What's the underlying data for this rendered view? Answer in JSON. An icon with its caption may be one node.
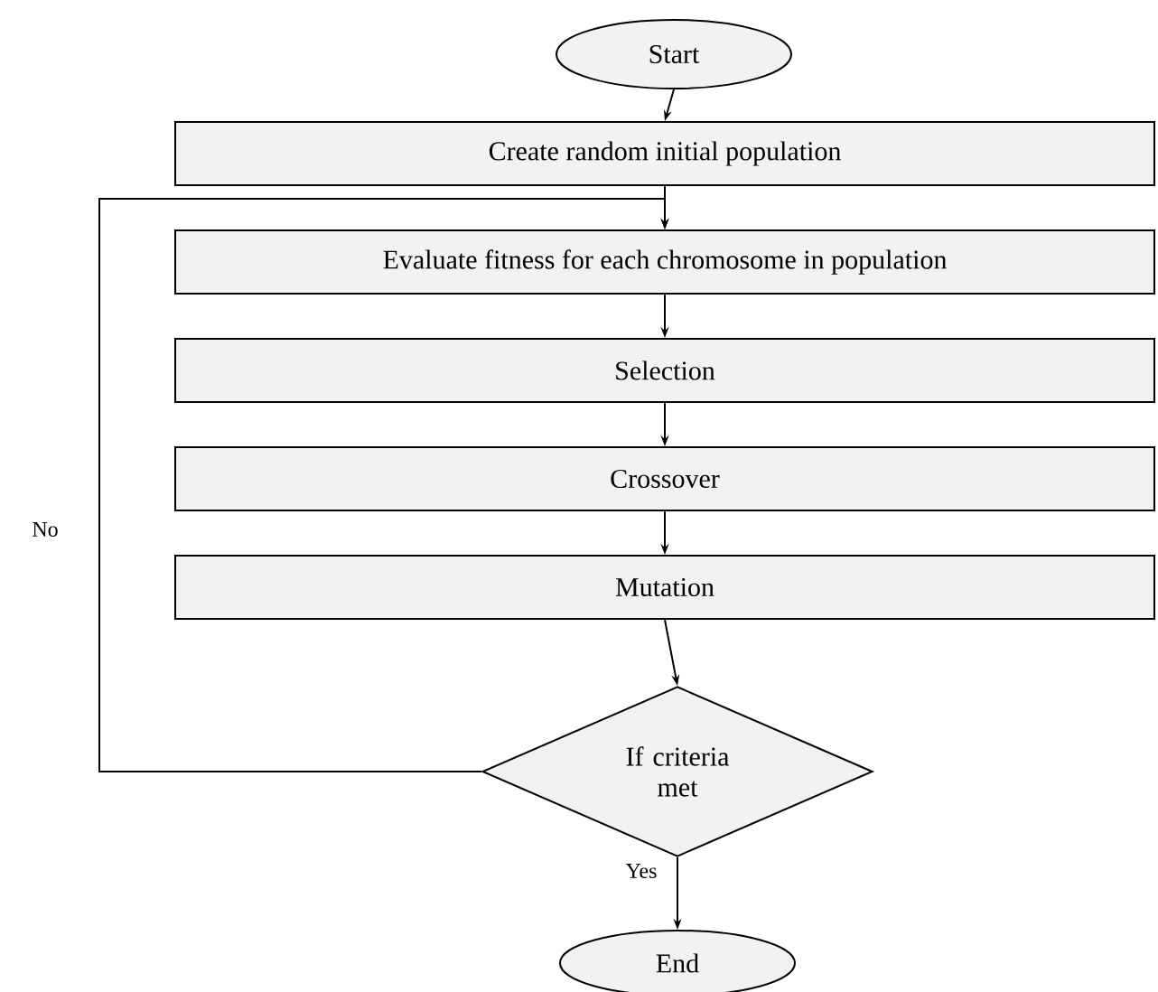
{
  "diagram": {
    "nodes": [
      {
        "text": [
          "Start"
        ]
      },
      {
        "text": [
          "Create random initial population"
        ]
      },
      {
        "text": [
          "Evaluate fitness for each chromosome in population"
        ]
      },
      {
        "text": [
          "Selection"
        ]
      },
      {
        "text": [
          "Crossover"
        ]
      },
      {
        "text": [
          "Mutation"
        ]
      },
      {
        "text": [
          "If criteria met"
        ]
      },
      {
        "text": [
          "End"
        ]
      }
    ],
    "edges": [
      {
        "from": 0,
        "to": 1,
        "arrow": "to"
      },
      {
        "from": 1,
        "to": 2,
        "arrow": "to"
      },
      {
        "from": 2,
        "to": 3,
        "arrow": "to"
      },
      {
        "from": 3,
        "to": 4,
        "arrow": "to"
      },
      {
        "from": 4,
        "to": 5,
        "arrow": "to"
      },
      {
        "from": 5,
        "to": 6,
        "arrow": "to"
      },
      {
        "from": 6,
        "to": 2,
        "arrow": "to",
        "label": "No"
      },
      {
        "from": 6,
        "to": 7,
        "arrow": "to",
        "label": "Yes"
      }
    ]
  }
}
